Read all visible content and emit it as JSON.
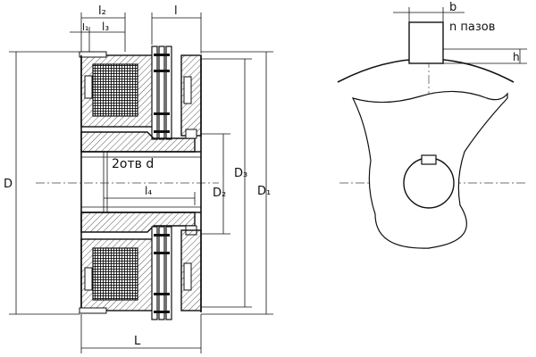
{
  "drawing": {
    "labels": {
      "l2": "l₂",
      "l_top": "l",
      "l1": "l₁",
      "l3": "l₃",
      "D": "D",
      "D1": "D₁",
      "D2": "D₂",
      "D3": "D₃",
      "holes": "2отв d",
      "l4": "l₄",
      "L": "L",
      "b": "b",
      "slots": "n пазов",
      "h": "h"
    }
  }
}
